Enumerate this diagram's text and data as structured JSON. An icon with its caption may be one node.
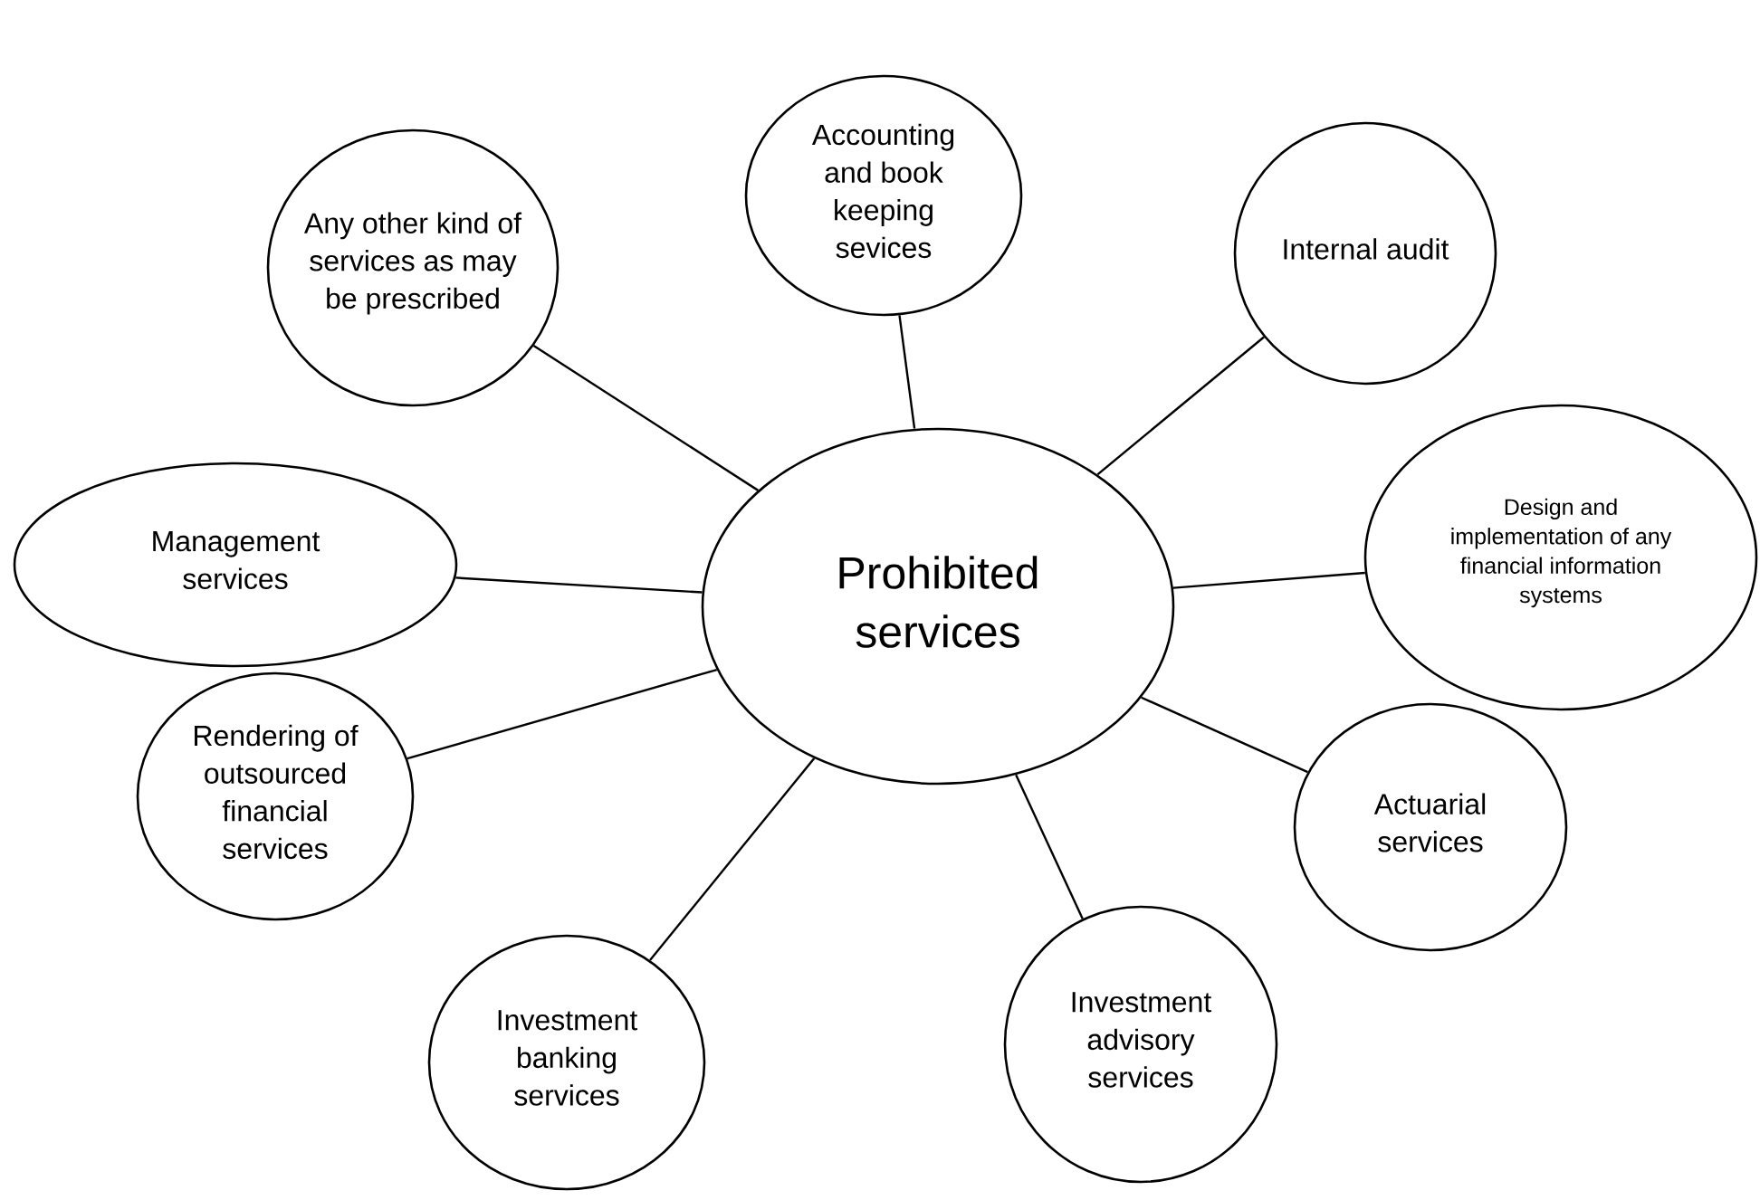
{
  "diagram": {
    "nodes": [
      {
        "text": [
          "Prohibited services"
        ]
      },
      {
        "text": [
          "Accounting and book keeping sevices"
        ]
      },
      {
        "text": [
          "Internal audit"
        ]
      },
      {
        "text": [
          "Design and implementation of any financial information systems"
        ]
      },
      {
        "text": [
          "Actuarial services"
        ]
      },
      {
        "text": [
          "Investment advisory services"
        ]
      },
      {
        "text": [
          "Investment banking services"
        ]
      },
      {
        "text": [
          "Rendering of outsourced financial services"
        ]
      },
      {
        "text": [
          "Management services"
        ]
      },
      {
        "text": [
          "Any other kind of services as may be prescribed"
        ]
      }
    ],
    "edges": [
      {
        "from": 0,
        "to": 1,
        "arrow": "none"
      },
      {
        "from": 0,
        "to": 2,
        "arrow": "none"
      },
      {
        "from": 0,
        "to": 3,
        "arrow": "none"
      },
      {
        "from": 0,
        "to": 4,
        "arrow": "none"
      },
      {
        "from": 0,
        "to": 5,
        "arrow": "none"
      },
      {
        "from": 0,
        "to": 6,
        "arrow": "none"
      },
      {
        "from": 0,
        "to": 7,
        "arrow": "none"
      },
      {
        "from": 0,
        "to": 8,
        "arrow": "none"
      },
      {
        "from": 0,
        "to": 9,
        "arrow": "none"
      }
    ]
  }
}
